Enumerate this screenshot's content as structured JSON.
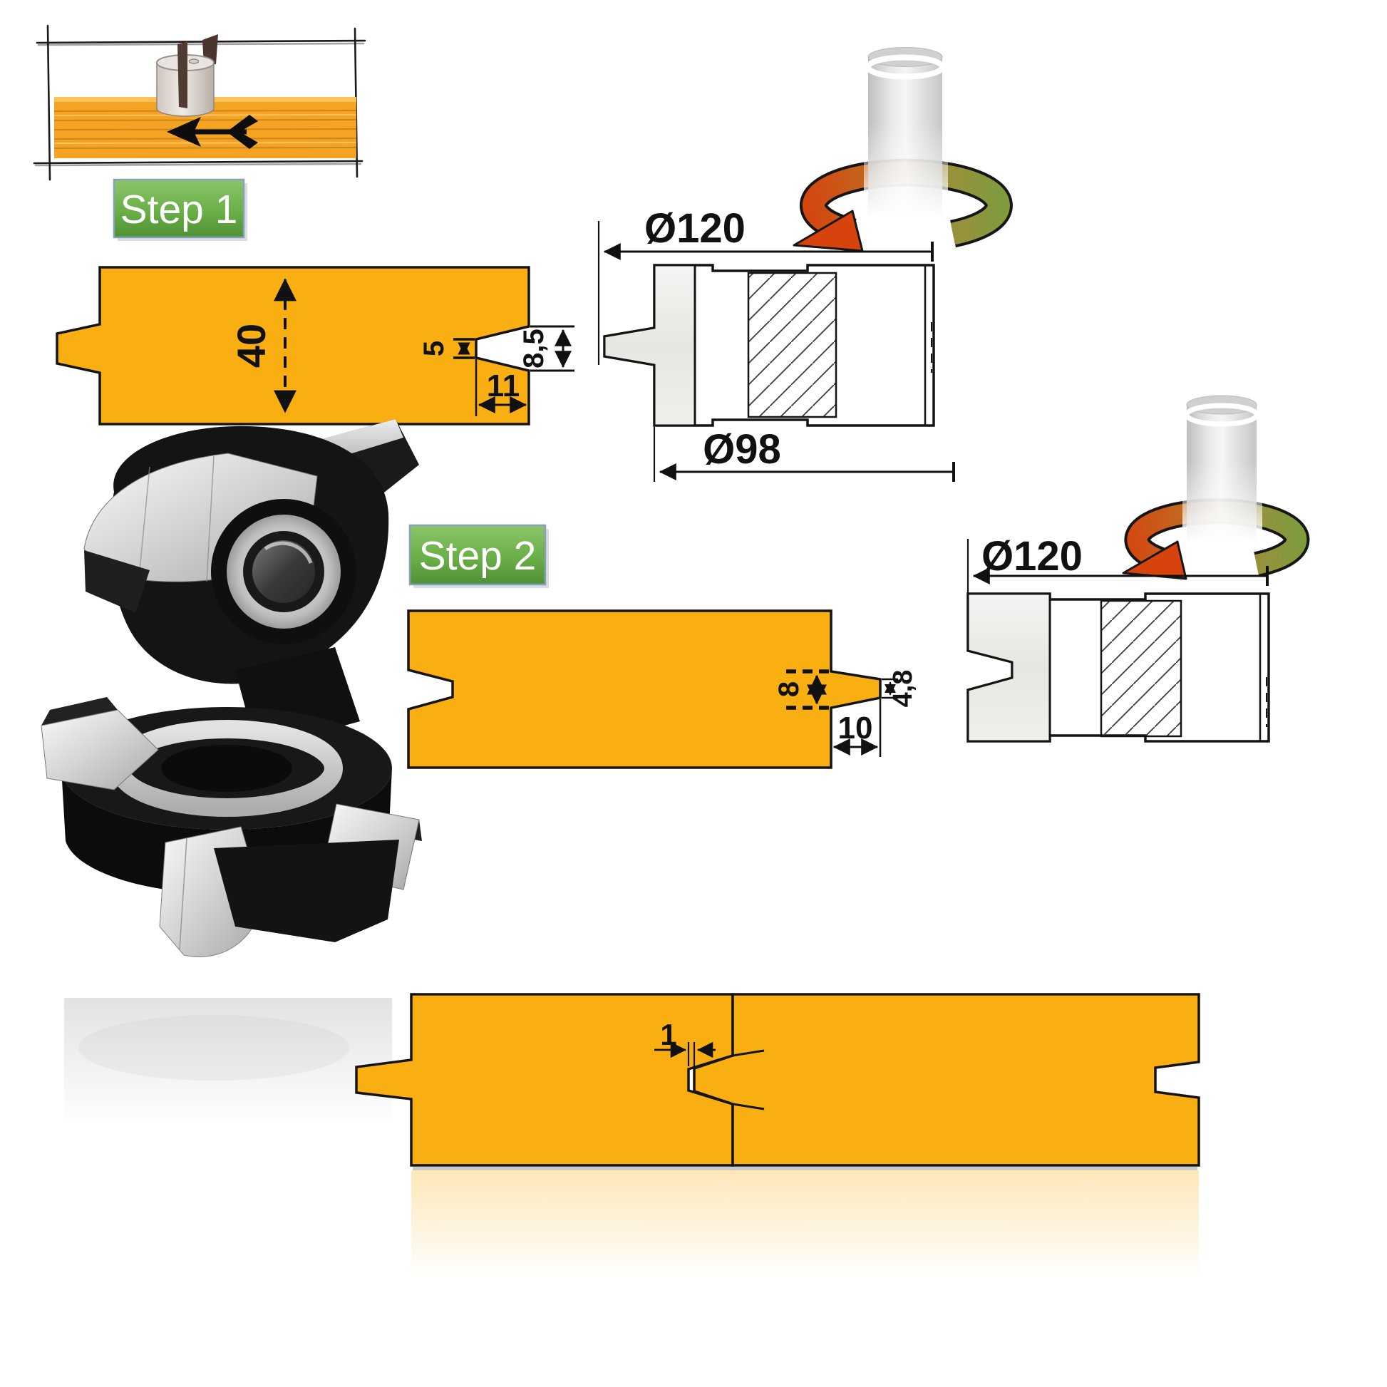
{
  "colors": {
    "board_fill": "#F9AF12",
    "outline": "#141414",
    "label_gradient_top": "#8CC56B",
    "label_gradient_bottom": "#4E9135",
    "label_border": "#85A0B8",
    "rotation_arrow_orange": "#D7430D",
    "rotation_arrow_green": "#7E9A3C",
    "knife_steel": "#EDEDEA",
    "sketch_wood": "#F4A322"
  },
  "icons": {
    "feed_arrow": "left-feed-arrow",
    "rotation_step1": "spindle-rotation-arrow",
    "rotation_step2": "spindle-rotation-arrow"
  },
  "step1": {
    "label": "Step 1",
    "board_dimensions": {
      "thickness": "40",
      "groove_root_width": "5",
      "groove_mouth_width": "8,5",
      "groove_depth": "11"
    },
    "cutter_dimensions": {
      "cutting_diameter": "Ø120",
      "body_diameter": "Ø98"
    }
  },
  "step2": {
    "label": "Step 2",
    "board_dimensions": {
      "tongue_root_width": "8",
      "tongue_tip_width": "4,8",
      "tongue_length": "10"
    },
    "cutter_dimensions": {
      "cutting_diameter": "Ø120"
    }
  },
  "assembly": {
    "gap_width": "1"
  }
}
